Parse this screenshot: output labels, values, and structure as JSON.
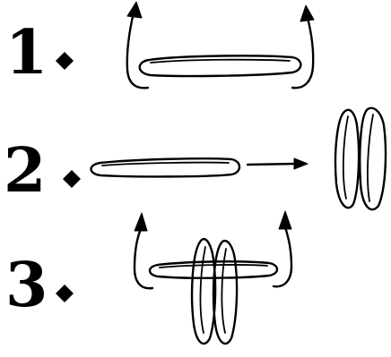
{
  "steps": [
    {
      "number": "1"
    },
    {
      "number": "2"
    },
    {
      "number": "3"
    }
  ],
  "colors": {
    "ink": "#000000",
    "background": "#ffffff"
  },
  "icons": {
    "arrow": "arrow-icon",
    "loop": "loop-icon"
  }
}
